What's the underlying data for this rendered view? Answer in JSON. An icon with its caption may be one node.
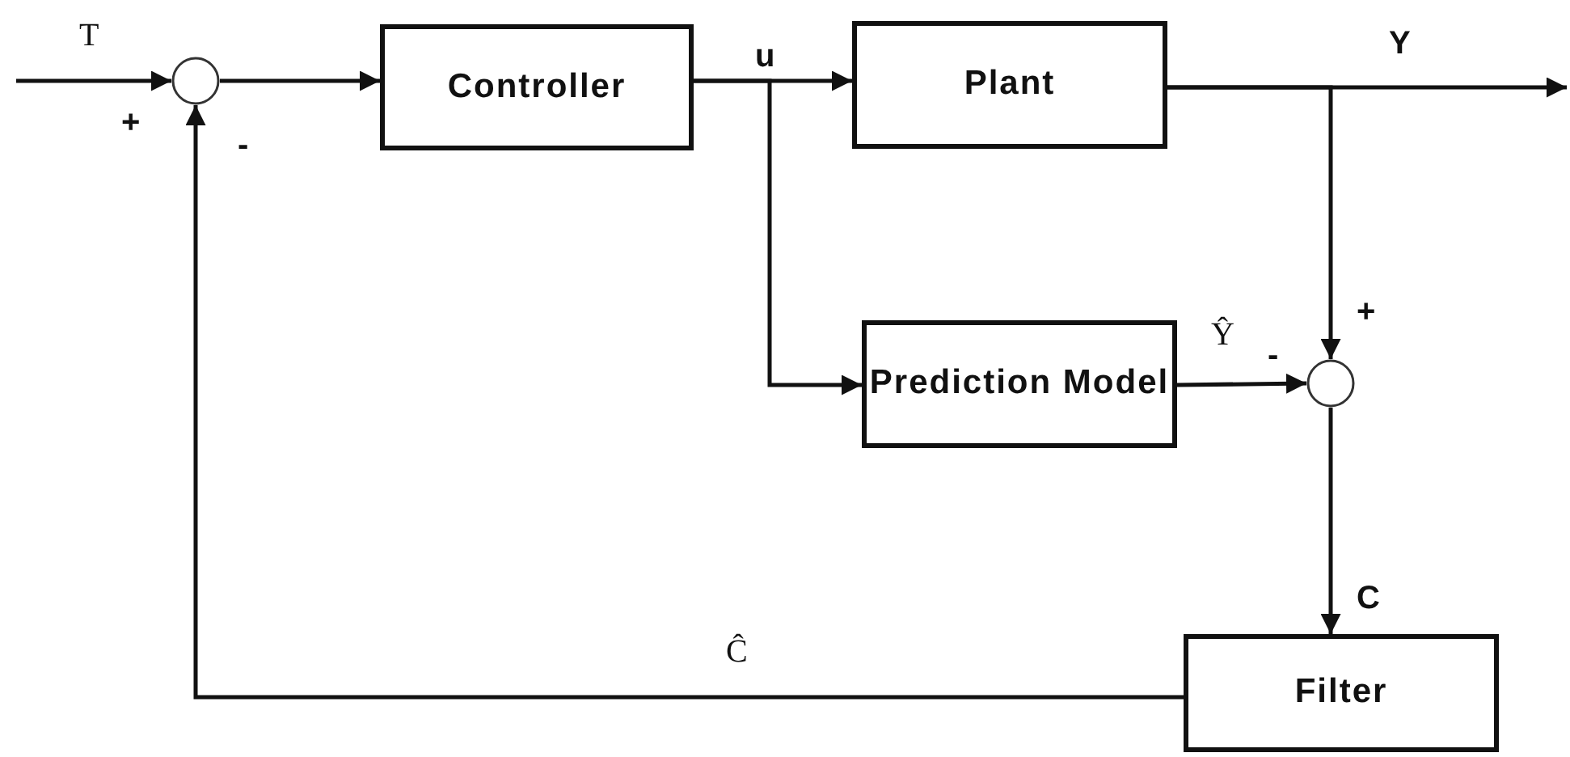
{
  "diagram": {
    "nodes": [
      {
        "text": [],
        "shape": "circle"
      },
      {
        "text": [
          "Controller"
        ]
      },
      {
        "text": [
          "Plant"
        ]
      },
      {
        "text": [
          "Prediction Model"
        ]
      },
      {
        "text": [],
        "shape": "circle"
      },
      {
        "text": [
          "Filter"
        ]
      }
    ],
    "edges": [
      {
        "from": null,
        "to": 0,
        "arrow": "to",
        "label": "T"
      },
      {
        "from": 0,
        "to": 1,
        "arrow": "to"
      },
      {
        "from": 1,
        "to": 2,
        "arrow": "to",
        "label": "u"
      },
      {
        "from": 1,
        "to": 3,
        "arrow": "to"
      },
      {
        "from": 2,
        "to": null,
        "arrow": "to",
        "label": "Y"
      },
      {
        "from": 2,
        "to": 4,
        "arrow": "to"
      },
      {
        "from": 3,
        "to": 4,
        "arrow": "to",
        "label": "Ŷ"
      },
      {
        "from": 4,
        "to": 5,
        "arrow": "to",
        "label": "C"
      },
      {
        "from": 5,
        "to": 0,
        "arrow": "to",
        "label": "Ĉ"
      }
    ],
    "labels": [
      "+",
      "-",
      "+",
      "-"
    ]
  }
}
